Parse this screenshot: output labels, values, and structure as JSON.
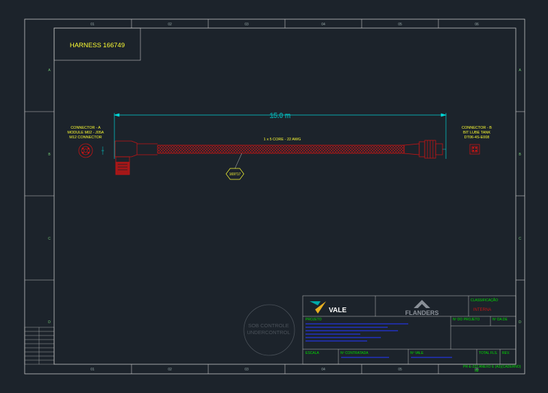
{
  "sheet": {
    "title": "HARNESS 166749",
    "columns": [
      "01",
      "02",
      "03",
      "04",
      "05",
      "06"
    ],
    "rows": [
      "A",
      "B",
      "C",
      "D"
    ]
  },
  "connector_a": {
    "lines": [
      "CONNECTOR - A",
      "MODULE M02 - J05A",
      "M12 CONNECTOR"
    ]
  },
  "connector_b": {
    "lines": [
      "CONNECTOR - B",
      "BIT LUBE TANK",
      "DT06-4S-E008"
    ]
  },
  "dimension": {
    "text": "15.0 m"
  },
  "cable": {
    "label": "1 x 5 CORE - 22 AWG",
    "tag": "169717"
  },
  "watermark": {
    "lines": [
      "SOB CONTROLE",
      "UNDERCONTROL"
    ]
  },
  "title_block": {
    "vale_logo": "VALE",
    "flanders_logo": "FLANDERS",
    "classificacao_label": "CLASSIFICAÇÃO",
    "classificacao_value": "INTERNA",
    "projeto_label": "PROJETO",
    "no_projeto_label": "Nº DO PROJETO",
    "no_de_label": "Nº DA DE",
    "escala_label": "ESCALA",
    "no_contratada_label": "Nº CONTRATADA",
    "no_vale_label": "Nº VALE",
    "total_fls_label": "TOTAL FLS.",
    "rev_label": "REV.",
    "footer_line1": "PR-E-222 ANEXO E (A3)(CADERNO)",
    "footer_line2": "08"
  },
  "colors": {
    "frame": "#c8c8c8",
    "yellow": "#ffff33",
    "cyan": "#00d8d8",
    "red": "#c81414",
    "green": "#00e000",
    "blue": "#2233cc"
  }
}
